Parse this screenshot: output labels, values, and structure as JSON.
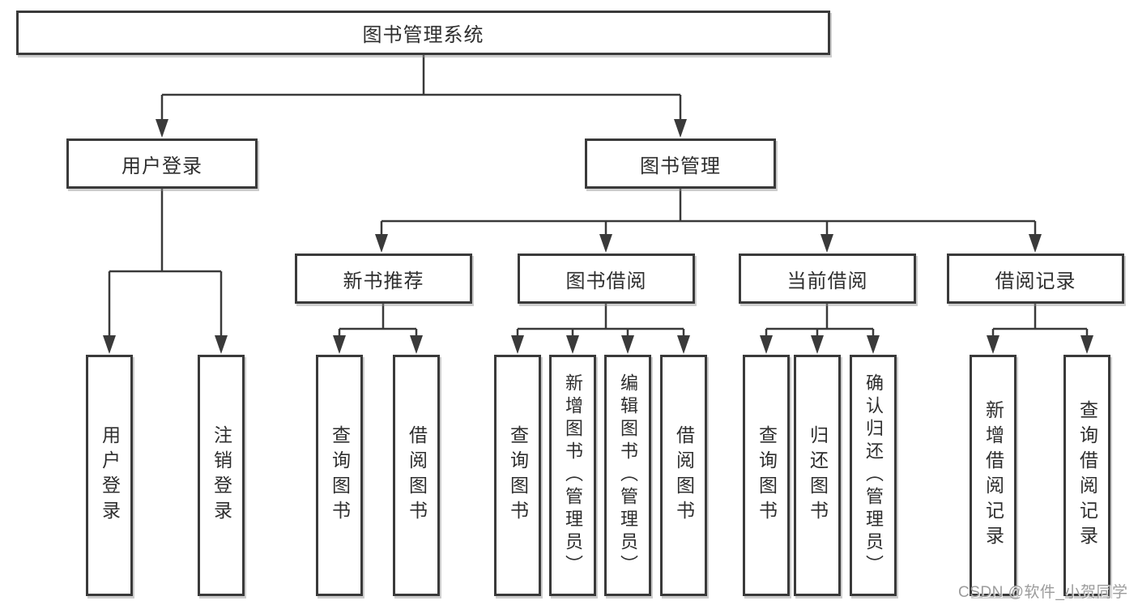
{
  "nodes": {
    "root": "图书管理系统",
    "user_login": "用户登录",
    "book_mgmt": "图书管理",
    "new_books": "新书推荐",
    "book_borrow": "图书借阅",
    "current_borrow": "当前借阅",
    "borrow_records": "借阅记录"
  },
  "leaves": {
    "user_login": [
      "用户登录",
      "注销登录"
    ],
    "new_books": [
      "查询图书",
      "借阅图书"
    ],
    "book_borrow": [
      "查询图书",
      "新增图书（管理员）",
      "编辑图书（管理员）",
      "借阅图书"
    ],
    "current_borrow": [
      "查询图书",
      "归还图书",
      "确认归还（管理员）"
    ],
    "borrow_records": [
      "新增借阅记录",
      "查询借阅记录"
    ]
  },
  "watermark": "CSDN @软件_小贺同学",
  "colors": {
    "line": "#3a3a3a",
    "box_border": "#3a3a3a",
    "text": "#2e2e2e",
    "watermark": "#9c9c9c",
    "background": "#ffffff"
  }
}
